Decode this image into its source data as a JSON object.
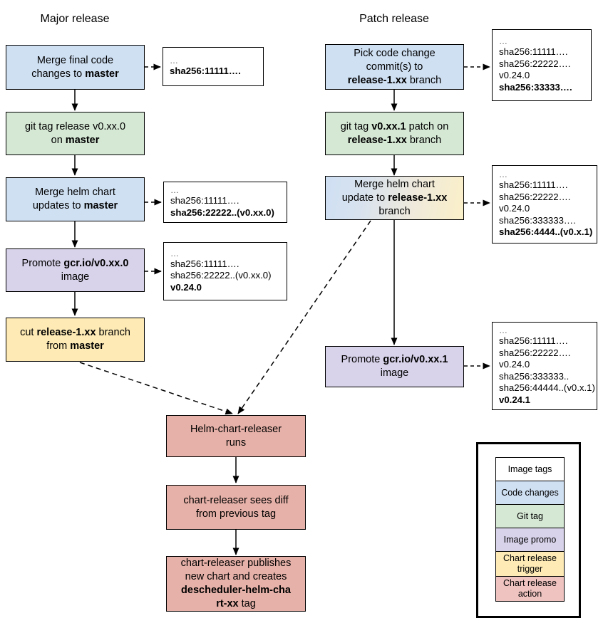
{
  "diagram": {
    "titles": {
      "major": "Major release",
      "patch": "Patch release"
    },
    "colors": {
      "code_changes": "#cfe0f3",
      "git_tag": "#d5e8d4",
      "image_promo": "#d8d2ea",
      "chart_release_trigger": "#fdeab4",
      "chart_release_action": "#e6b1a8",
      "image_tags": "#ffffff",
      "stroke": "#000000"
    },
    "major_nodes": {
      "merge_final_code": "Merge final code changes to master",
      "git_tag_release": "git tag release v0.xx.0 on master",
      "merge_helm_chart": "Merge helm chart updates to master",
      "promote_image": "Promote gcr.io/v0.xx.0 image",
      "cut_branch": "cut release-1.xx branch from master"
    },
    "patch_nodes": {
      "pick_commits": "Pick code change commit(s) to release-1.xx branch",
      "git_tag_patch": "git tag v0.xx.1 patch on release-1.xx branch",
      "merge_helm_chart_branch": "Merge helm chart update to release-1.xx branch",
      "promote_image_patch": "Promote gcr.io/v0.xx.1 image"
    },
    "releaser_nodes": {
      "releaser_runs": "Helm-chart-releaser runs",
      "sees_diff": "chart-releaser sees diff from previous tag",
      "publishes": "chart-releaser publishes new chart and creates descheduler-helm-chart-xx tag"
    },
    "tag_boxes": {
      "major_1": [
        "…",
        "sha256:11111…."
      ],
      "major_2": [
        "…",
        "sha256:11111….",
        "sha256:22222..(v0.xx.0)"
      ],
      "major_3": [
        "…",
        "sha256:11111….",
        "sha256:22222..(v0.xx.0)",
        "v0.24.0"
      ],
      "patch_1": [
        "…",
        "sha256:11111….",
        "sha256:22222….",
        "v0.24.0",
        "sha256:33333…."
      ],
      "patch_2": [
        "…",
        "sha256:11111….",
        "sha256:22222….",
        "v0.24.0",
        "sha256:333333….",
        "sha256:4444..(v0.x.1)"
      ],
      "patch_3": [
        "…",
        "sha256:11111….",
        "sha256:22222….",
        "v0.24.0",
        "sha256:333333..",
        "sha256:44444..(v0.x.1)",
        "v0.24.1"
      ]
    },
    "legend": {
      "items": [
        {
          "label": "Image tags",
          "color": "#ffffff"
        },
        {
          "label": "Code changes",
          "color": "#cfe0f3"
        },
        {
          "label": "Git tag",
          "color": "#d5e8d4"
        },
        {
          "label": "Image promo",
          "color": "#d8d2ea"
        },
        {
          "label": "Chart release trigger",
          "color": "#fdeab4"
        },
        {
          "label": "Chart release action",
          "color": "#e6b1a8"
        }
      ]
    }
  }
}
